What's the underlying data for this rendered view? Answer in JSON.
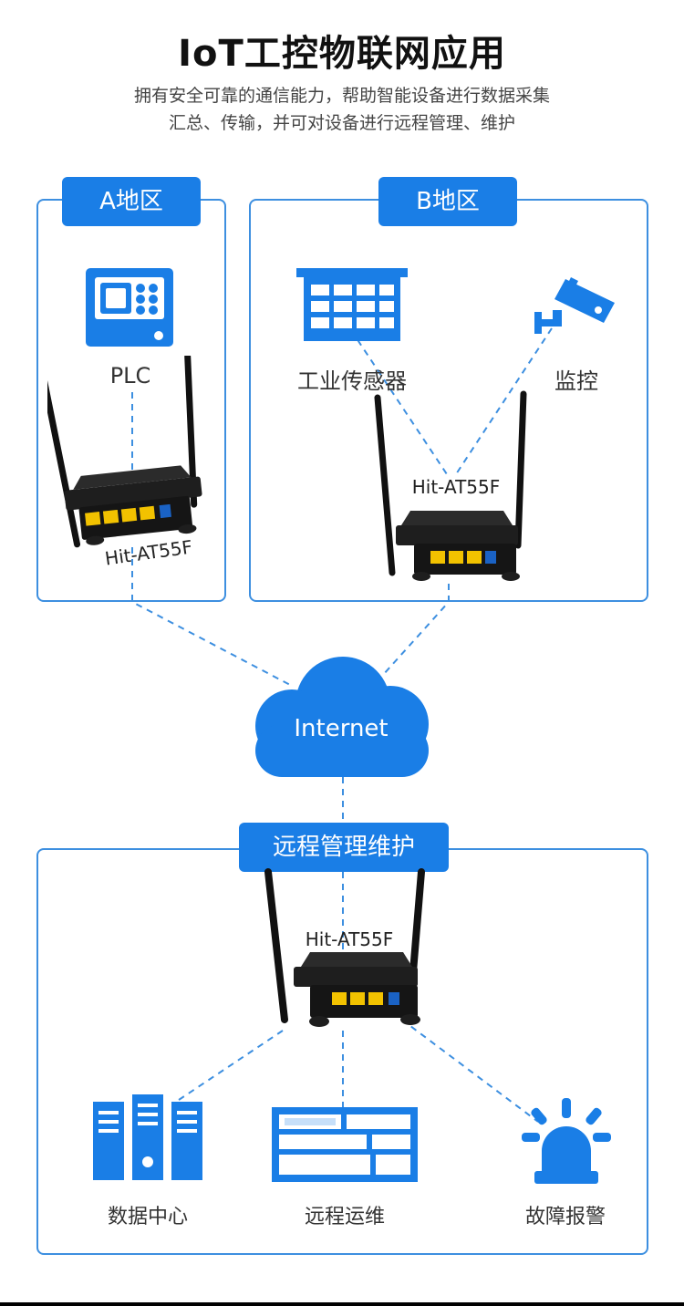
{
  "header": {
    "title": "IoT工控物联网应用",
    "subtitle_line1": "拥有安全可靠的通信能力，帮助智能设备进行数据采集",
    "subtitle_line2": "汇总、传输，并可对设备进行远程管理、维护"
  },
  "region_a": {
    "tag": "A地区",
    "device_label": "PLC",
    "router_label": "Hit-AT55F"
  },
  "region_b": {
    "tag": "B地区",
    "sensor_label": "工业传感器",
    "camera_label": "监控",
    "router_label": "Hit-AT55F"
  },
  "cloud": {
    "label": "Internet"
  },
  "region_remote": {
    "tag": "远程管理维护",
    "router_label": "Hit-AT55F",
    "items": [
      {
        "label": "数据中心",
        "icon": "server-icon"
      },
      {
        "label": "远程运维",
        "icon": "dashboard-icon"
      },
      {
        "label": "故障报警",
        "icon": "alarm-icon"
      }
    ]
  },
  "colors": {
    "accent": "#1a7ee6",
    "border": "#3d8fe0",
    "router_port": "#f2c200"
  }
}
